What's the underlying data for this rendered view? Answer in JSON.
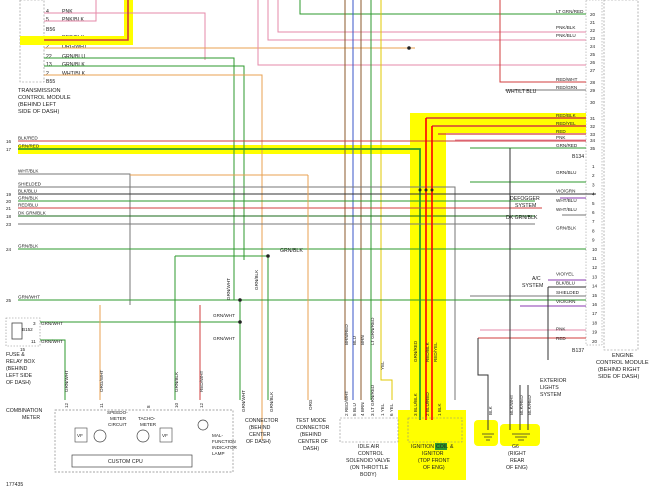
{
  "tcm": {
    "pins": [
      {
        "num": "4",
        "wire": "PNK"
      },
      {
        "num": "5",
        "wire": "PNK/BLK"
      },
      {
        "num": "1",
        "wire": "RED/BLK"
      },
      {
        "num": "2",
        "wire": "ORG/WHT"
      },
      {
        "num": "22",
        "wire": "GRN/BLU"
      },
      {
        "num": "13",
        "wire": "GRN/BLK"
      },
      {
        "num": "2",
        "wire": "WHT/BLK"
      }
    ],
    "connector_top": "B56",
    "connector_bottom": "B55",
    "label": [
      "TRANSMISSION",
      "CONTROL MODULE",
      "(BEHIND LEFT",
      "SIDE OF DASH)"
    ]
  },
  "ecm": {
    "pins_top": [
      {
        "num": "20",
        "wire": "LT GRN/RED"
      },
      {
        "num": "21",
        "wire": ""
      },
      {
        "num": "22",
        "wire": "PNK/BLK"
      },
      {
        "num": "23",
        "wire": "PNK/BLU"
      },
      {
        "num": "24",
        "wire": ""
      },
      {
        "num": "25",
        "wire": ""
      },
      {
        "num": "26",
        "wire": ""
      },
      {
        "num": "27",
        "wire": ""
      },
      {
        "num": "28",
        "wire": "RED/WHT"
      },
      {
        "num": "29",
        "wire": "RED/GRN"
      },
      {
        "num": "30",
        "wire": ""
      },
      {
        "num": "31",
        "wire": "RED/BLK"
      },
      {
        "num": "32",
        "wire": "RED/YEL"
      },
      {
        "num": "33",
        "wire": "RED"
      },
      {
        "num": "34",
        "wire": "PNK"
      },
      {
        "num": "35",
        "wire": "GRN/RED"
      }
    ],
    "connector_mid": "B134",
    "pins_mid": [
      {
        "num": "1",
        "wire": ""
      },
      {
        "num": "2",
        "wire": "GRN/BLU"
      },
      {
        "num": "3",
        "wire": ""
      },
      {
        "num": "4",
        "wire": "VIO/GRN"
      },
      {
        "num": "5",
        "wire": "WHT/BLU"
      },
      {
        "num": "6",
        "wire": "WHT/BLU"
      },
      {
        "num": "7",
        "wire": ""
      },
      {
        "num": "8",
        "wire": "GRN/BLK"
      },
      {
        "num": "9",
        "wire": ""
      },
      {
        "num": "10",
        "wire": ""
      },
      {
        "num": "11",
        "wire": ""
      },
      {
        "num": "12",
        "wire": ""
      },
      {
        "num": "13",
        "wire": "VIO/YEL"
      },
      {
        "num": "14",
        "wire": "BLK/BLU"
      },
      {
        "num": "15",
        "wire": "SHIELDED"
      },
      {
        "num": "16",
        "wire": "VIO/GRN"
      },
      {
        "num": "17",
        "wire": ""
      },
      {
        "num": "18",
        "wire": ""
      },
      {
        "num": "19",
        "wire": "PNK"
      },
      {
        "num": "20",
        "wire": "RED"
      }
    ],
    "connector_bottom": "B137",
    "label": [
      "ENGINE",
      "CONTROL MODULE",
      "(BEHIND RIGHT",
      "SIDE OF DASH)"
    ],
    "whtltblu": "WHT/LT BLU",
    "dkgrnblk": "DK GRN/BLK"
  },
  "left_wires": [
    {
      "num": "16",
      "wire": "BLK/RED"
    },
    {
      "num": "17",
      "wire": "GRN/RED"
    },
    {
      "num": "",
      "wire": "WHT/BLK"
    },
    {
      "num": "",
      "wire": "SHIELDED"
    },
    {
      "num": "19",
      "wire": "BLK/BLU"
    },
    {
      "num": "20",
      "wire": "GRN/BLK"
    },
    {
      "num": "21",
      "wire": "RED/BLU"
    },
    {
      "num": "18",
      "wire": "DK GRN/BLK"
    },
    {
      "num": "23",
      "wire": ""
    },
    {
      "num": "24",
      "wire": "GRN/BLK"
    },
    {
      "num": "25",
      "wire": "GRN/WHT"
    }
  ],
  "splice_labels": {
    "grnblk1": "GRN/BLK",
    "grnwht1": "GRN/WHT",
    "grnwht2": "GRN/WHT"
  },
  "fuse_box": {
    "connector": "B152",
    "pin3": "3",
    "pin3_wire": "GRN/WHT",
    "pin11": "11",
    "pin11_wire": "GRN/WHT",
    "fuse": "15",
    "label": [
      "FUSE &",
      "RELAY BOX",
      "(BEHIND",
      "LEFT SIDE",
      "OF DASH)"
    ]
  },
  "combination_meter": {
    "label": [
      "COMBINATION",
      "METER"
    ],
    "wires": [
      "GRN/WHT",
      "ORG/WHT",
      "GRN/BLK",
      "RED/WHT"
    ],
    "pins": [
      "12",
      "11",
      "8",
      "10",
      "12"
    ],
    "speedo": [
      "SPEEDO-",
      "METER",
      "CIRCUIT"
    ],
    "tacho": [
      "TACHO-",
      "METER"
    ],
    "mil": [
      "MAL-",
      "FUNCTION",
      "INDICATOR",
      "LAMP"
    ],
    "cpu": "CUSTOM CPU"
  },
  "dash_connector": {
    "wires": [
      "GRN/WHT",
      "GRN/BLK"
    ],
    "wires_bottom": [
      "GRN/WHT",
      "GRN/BLK"
    ],
    "label": [
      "CONNECTOR",
      "(BEHIND",
      "CENTER",
      "OF DASH)"
    ]
  },
  "test_connector": {
    "wire": "ORG",
    "label": [
      "TEST MODE",
      "CONNECTOR",
      "(BEHIND",
      "CENTER OF",
      "DASH)"
    ]
  },
  "iac": {
    "wires_top": [
      "BRN/RED",
      "BLU",
      "BRN",
      "LT GRN/RED",
      "YEL"
    ],
    "wires_bottom": [
      "2 RED/WHT",
      "5 BLU",
      "4 BRN",
      "3 LT GRN/RED",
      "1 YEL",
      "6 YEL"
    ],
    "label": [
      "IDLE AIR",
      "CONTROL",
      "SOLENOID VALVE",
      "(ON THROTTLE",
      "BODY)"
    ]
  },
  "ignition": {
    "wires_top": [
      "GRN/RED",
      "RED/BLK",
      "RED/YEL"
    ],
    "wires_bottom": [
      "3 BLU/BLK",
      "2 BLU/RED",
      "1 BLK"
    ],
    "label": [
      "IGNITION",
      "COIL",
      "&",
      "IGNITOR",
      "(TOP FRONT",
      "OF ENG)"
    ]
  },
  "ground": {
    "wires": [
      "BLK",
      "BLK/WHT",
      "BLK/RED",
      "BLK/RED"
    ],
    "label": [
      "G6",
      "(RIGHT",
      "REAR",
      "OF ENG)"
    ]
  },
  "right_side": {
    "defogger": [
      "DEFOGGER",
      "SYSTEM"
    ],
    "ac": [
      "A/C",
      "SYSTEM"
    ],
    "exterior": [
      "EXTERIOR",
      "LIGHTS",
      "SYSTEM"
    ]
  },
  "diagram_id": "177435",
  "colors": {
    "highlight_yellow": "#ffff00",
    "highlight_red": "#ff0000",
    "wire_pink": "#e58aa8",
    "wire_green": "#2e9a2e",
    "wire_orange": "#e8a050",
    "wire_blue": "#3a55c8",
    "wire_red": "#d23c3c",
    "wire_gray": "#777777"
  }
}
